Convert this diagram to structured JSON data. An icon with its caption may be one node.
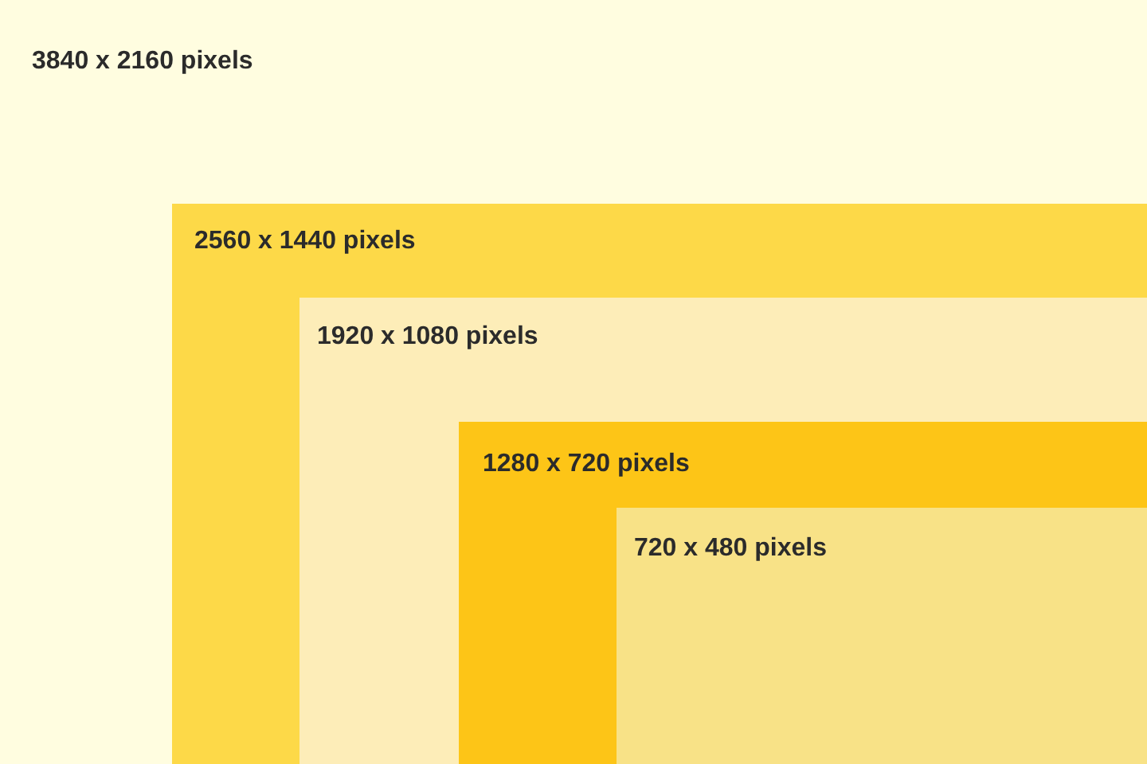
{
  "diagram": {
    "nodes": [
      {
        "text": [
          "3840 x 2160 pixels"
        ]
      },
      {
        "text": [
          "2560 x 1440 pixels"
        ],
        "in": 0
      },
      {
        "text": [
          "1920 x 1080 pixels"
        ],
        "in": 1
      },
      {
        "text": [
          "1280 x 720 pixels"
        ],
        "in": 2
      },
      {
        "text": [
          "720 x 480 pixels"
        ],
        "in": 3
      }
    ],
    "edges": []
  }
}
